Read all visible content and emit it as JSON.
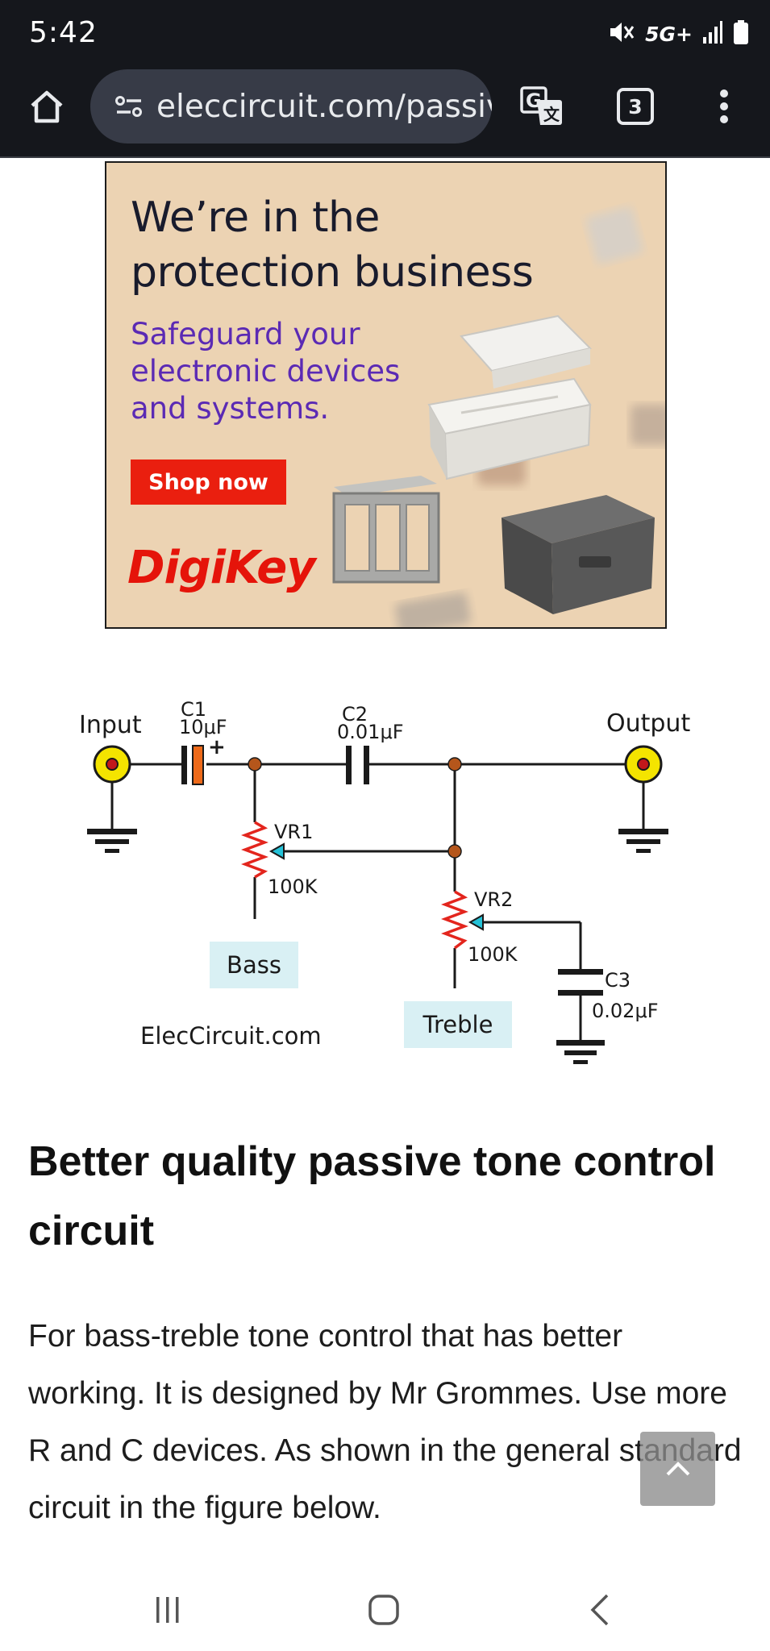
{
  "status_bar": {
    "time": "5:42",
    "network": "5G+",
    "icons": [
      "mute-icon",
      "signal-icon",
      "battery-icon"
    ]
  },
  "browser": {
    "url": "eleccircuit.com/passive",
    "tab_count": "3",
    "icons": [
      "home-icon",
      "site-settings-icon",
      "translate-icon",
      "more-icon"
    ]
  },
  "ad": {
    "headline_line1": "We’re in the",
    "headline_line2": "protection business",
    "subtext_line1": "Safeguard your",
    "subtext_line2": "electronic devices",
    "subtext_line3": "and systems.",
    "cta": "Shop now",
    "brand": "DigiKey"
  },
  "schematic": {
    "input_label": "Input",
    "output_label": "Output",
    "c1_name": "C1",
    "c1_value": "10μF",
    "c1_polarity": "+",
    "c2_name": "C2",
    "c2_value": "0.01μF",
    "c3_name": "C3",
    "c3_value": "0.02μF",
    "vr1_name": "VR1",
    "vr1_value": "100K",
    "vr2_name": "VR2",
    "vr2_value": "100K",
    "bass_label": "Bass",
    "treble_label": "Treble",
    "credit": "ElecCircuit.com"
  },
  "article": {
    "title": "Better quality passive tone control circuit",
    "body": "For bass-treble tone control that has better working. It is designed by Mr Grommes. Use more R and C devices. As shown in the general standard circuit in the figure below."
  },
  "colors": {
    "chrome_dark": "#15171c",
    "omnibox": "#373b47",
    "ad_bg": "#ecd3b3",
    "ad_purple": "#5b2ab4",
    "ad_red": "#e5140a",
    "jack_yellow": "#f4e400",
    "resistor_red": "#e3251d",
    "wiper_cyan": "#24c2d8",
    "tag_bg": "#d9f0f4"
  }
}
